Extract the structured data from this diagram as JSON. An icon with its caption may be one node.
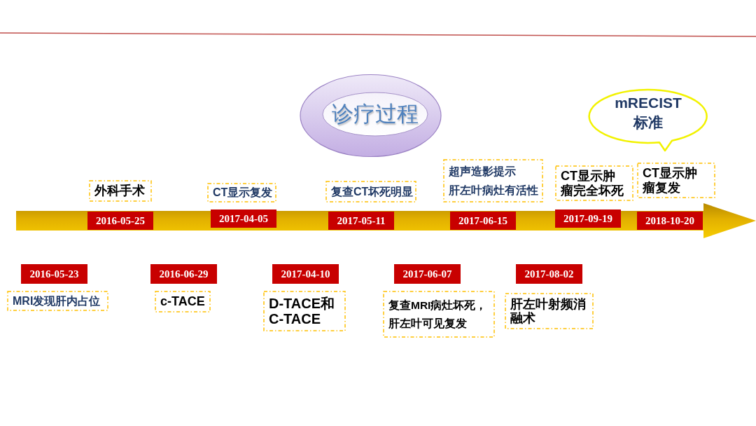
{
  "diagram": {
    "title": "诊疗过程",
    "nodes": [
      {
        "text": [],
        "shape": "arrow"
      },
      {
        "text": [
          "2016-05-23"
        ]
      },
      {
        "text": [
          "MRI发现肝内占位"
        ]
      },
      {
        "text": [
          "2016-05-25"
        ],
        "in": 0
      },
      {
        "text": [
          "外科手术"
        ]
      },
      {
        "text": [
          "2016-06-29"
        ]
      },
      {
        "text": [
          "c-TACE"
        ]
      },
      {
        "text": [
          "2017-04-05"
        ],
        "in": 0
      },
      {
        "text": [
          "CT显示复发"
        ]
      },
      {
        "text": [
          "2017-04-10"
        ]
      },
      {
        "text": [
          "D-TACE和C-TACE"
        ]
      },
      {
        "text": [
          "2017-05-11"
        ],
        "in": 0
      },
      {
        "text": [
          "复查CT坏死明显"
        ]
      },
      {
        "text": [
          "2017-06-07"
        ]
      },
      {
        "text": [
          "复查MRI病灶坏死，",
          "肝左叶可见复发"
        ]
      },
      {
        "text": [
          "2017-06-15"
        ],
        "in": 0
      },
      {
        "text": [
          "超声造影提示",
          "肝左叶病灶有活性"
        ]
      },
      {
        "text": [
          "2017-08-02"
        ]
      },
      {
        "text": [
          "肝左叶射频消融术"
        ]
      },
      {
        "text": [
          "2017-09-19"
        ],
        "in": 0
      },
      {
        "text": [
          "CT显示肿瘤完全坏死"
        ]
      },
      {
        "text": [
          "2018-10-20"
        ],
        "in": 0
      },
      {
        "text": [
          "CT显示肿瘤复发"
        ]
      },
      {
        "text": [
          "mRECIST 标准"
        ]
      }
    ]
  }
}
